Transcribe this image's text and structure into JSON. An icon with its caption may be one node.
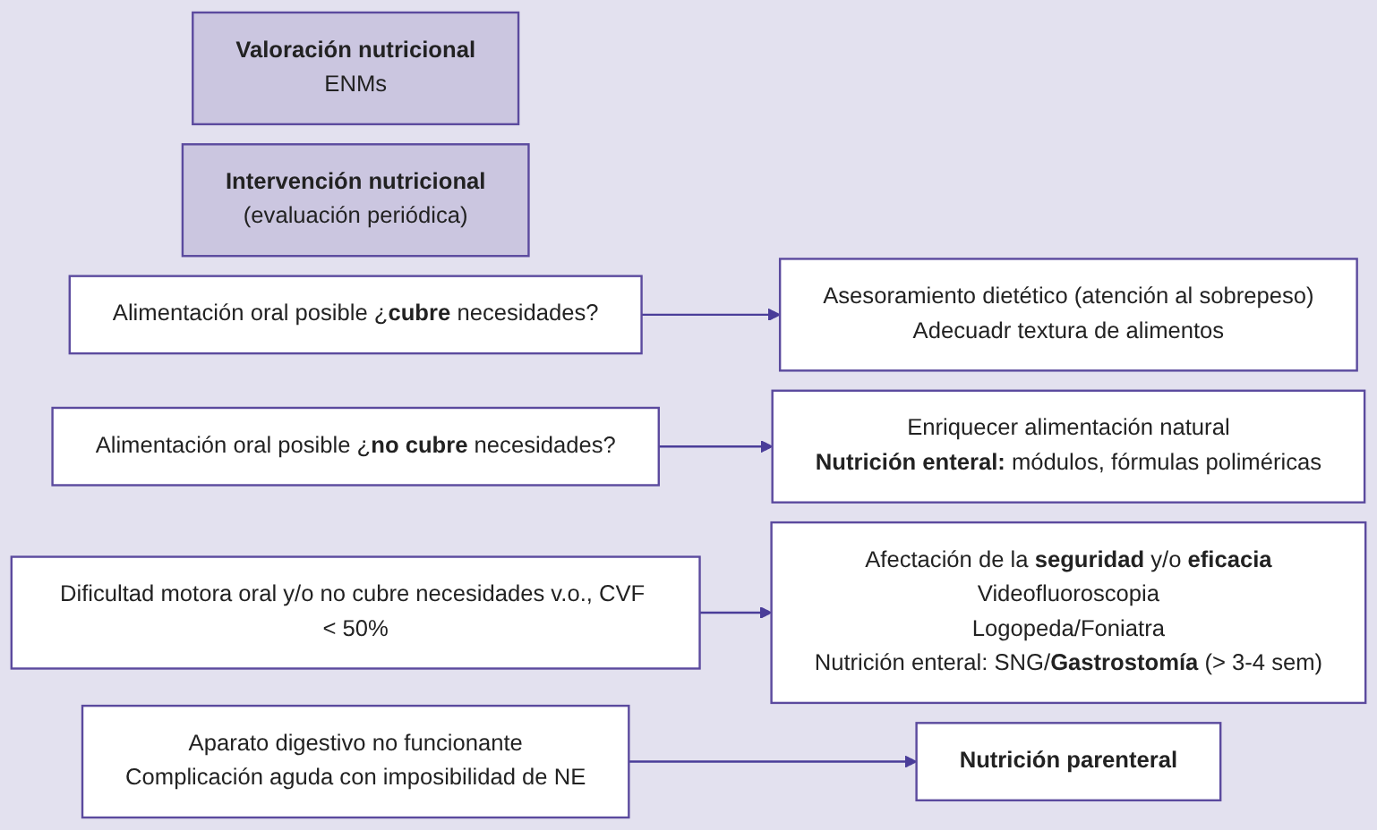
{
  "diagram": {
    "nodes": [
      {
        "text": [
          "Valoración nutricional",
          "ENMs"
        ]
      },
      {
        "text": [
          "Intervención nutricional",
          "(evaluación periódica)"
        ]
      },
      {
        "text": [
          "Alimentación oral posible ¿**cubre** necesidades?"
        ]
      },
      {
        "text": [
          "Asesoramiento dietético (atención al sobrepeso)",
          "Adecuadr textura de alimentos"
        ]
      },
      {
        "text": [
          "Alimentación oral posible ¿**no cubre** necesidades?"
        ]
      },
      {
        "text": [
          "Enriquecer alimentación natural",
          "**Nutrición enteral:** módulos, fórmulas poliméricas"
        ]
      },
      {
        "text": [
          "Dificultad motora oral y/o no cubre necesidades v.o., CVF < 50%"
        ]
      },
      {
        "text": [
          "Afectación de la **seguridad** y/o **eficacia**",
          "Videofluoroscopia",
          "Logopeda/Foniatra",
          "Nutrición enteral: SNG/**Gastrostomía** (> 3-4 sem)"
        ]
      },
      {
        "text": [
          "Aparato digestivo no funcionante",
          "Complicación aguda con imposibilidad de NE"
        ]
      },
      {
        "text": [
          "Nutrición parenteral"
        ]
      }
    ],
    "edges": [
      {
        "from": 2,
        "to": 3,
        "arrow": "to"
      },
      {
        "from": 4,
        "to": 5,
        "arrow": "to"
      },
      {
        "from": 6,
        "to": 7,
        "arrow": "to"
      },
      {
        "from": 8,
        "to": 9,
        "arrow": "to"
      }
    ]
  }
}
